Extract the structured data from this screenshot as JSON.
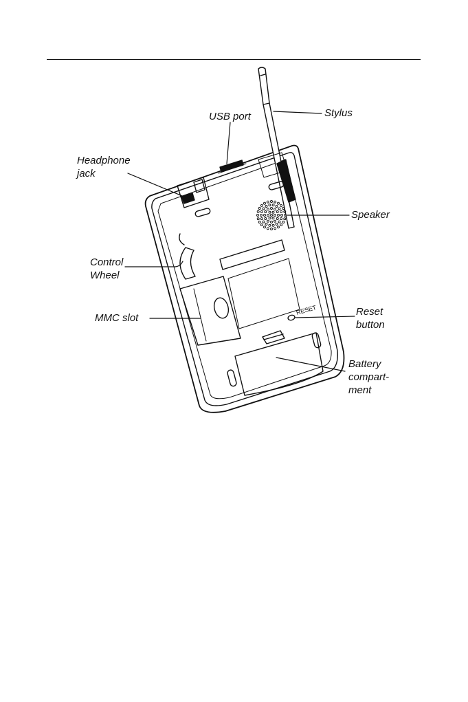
{
  "figure": {
    "labels": {
      "usb_port": "USB port",
      "stylus": "Stylus",
      "headphone_jack": "Headphone\njack",
      "speaker": "Speaker",
      "control_wheel": "Control\nWheel",
      "mmc_slot": "MMC slot",
      "reset_button": "Reset\nbutton",
      "battery_compartment": "Battery\ncompart-\nment",
      "reset_engraving": "RESET"
    }
  }
}
